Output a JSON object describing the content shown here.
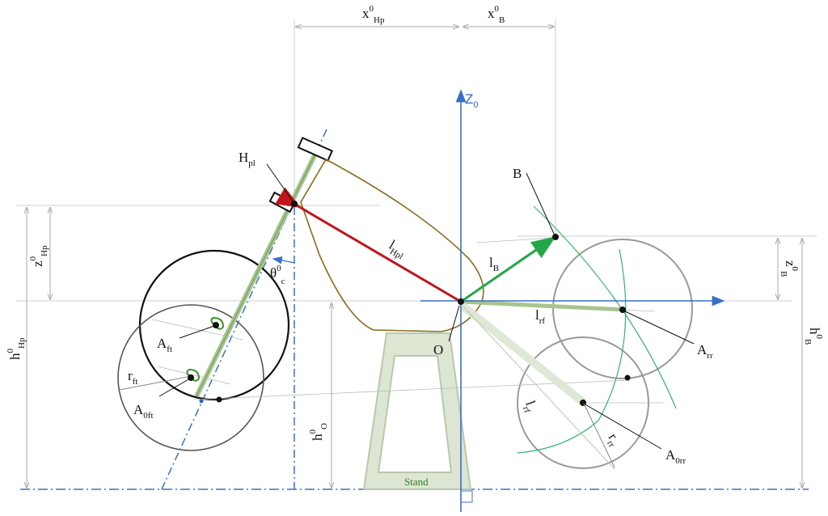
{
  "labels": {
    "xHp": {
      "base": "x",
      "sup": "0",
      "sub": "Hp"
    },
    "xB": {
      "base": "x",
      "sup": "0",
      "sub": "B"
    },
    "Z0": {
      "base": "Z",
      "sub": "0"
    },
    "Hpl": {
      "base": "H",
      "sub": "pl"
    },
    "B": {
      "base": "B"
    },
    "zHp": {
      "base": "z",
      "sup": "0",
      "sub": "Hp"
    },
    "lHpl": {
      "base": "l",
      "sub": "Hpl"
    },
    "lB": {
      "base": "l",
      "sub": "B"
    },
    "zB": {
      "base": "z",
      "sup": "0",
      "sub": "B"
    },
    "theta": {
      "base": "θ",
      "sup": "0",
      "sub": "c"
    },
    "hHp": {
      "base": "h",
      "sup": "0",
      "sub": "Hp"
    },
    "hB": {
      "base": "h",
      "sup": "0",
      "sub": "B"
    },
    "Aft": {
      "base": "A",
      "sub": "ft"
    },
    "rft": {
      "base": "r",
      "sub": "ft"
    },
    "A0ft": {
      "base": "A",
      "sub": "0ft"
    },
    "O": {
      "base": "O"
    },
    "hO": {
      "base": "h",
      "sup": "0",
      "sub": "O"
    },
    "lrf1": {
      "base": "l",
      "sub": "rf"
    },
    "lrf2": {
      "base": "l",
      "sub": "rf"
    },
    "Arr": {
      "base": "A",
      "sub": "rr"
    },
    "rrr": {
      "base": "r",
      "sub": "rr"
    },
    "A0rr": {
      "base": "A",
      "sub": "0rr"
    }
  },
  "stand": "Stand",
  "colors": {
    "frame": "#8a6a1e",
    "axis": "#3a6fc8",
    "red": "#c0161b",
    "green": "#22a84a",
    "stand_fill": "#dce6d3",
    "stand_stroke": "#b9c8ad"
  }
}
